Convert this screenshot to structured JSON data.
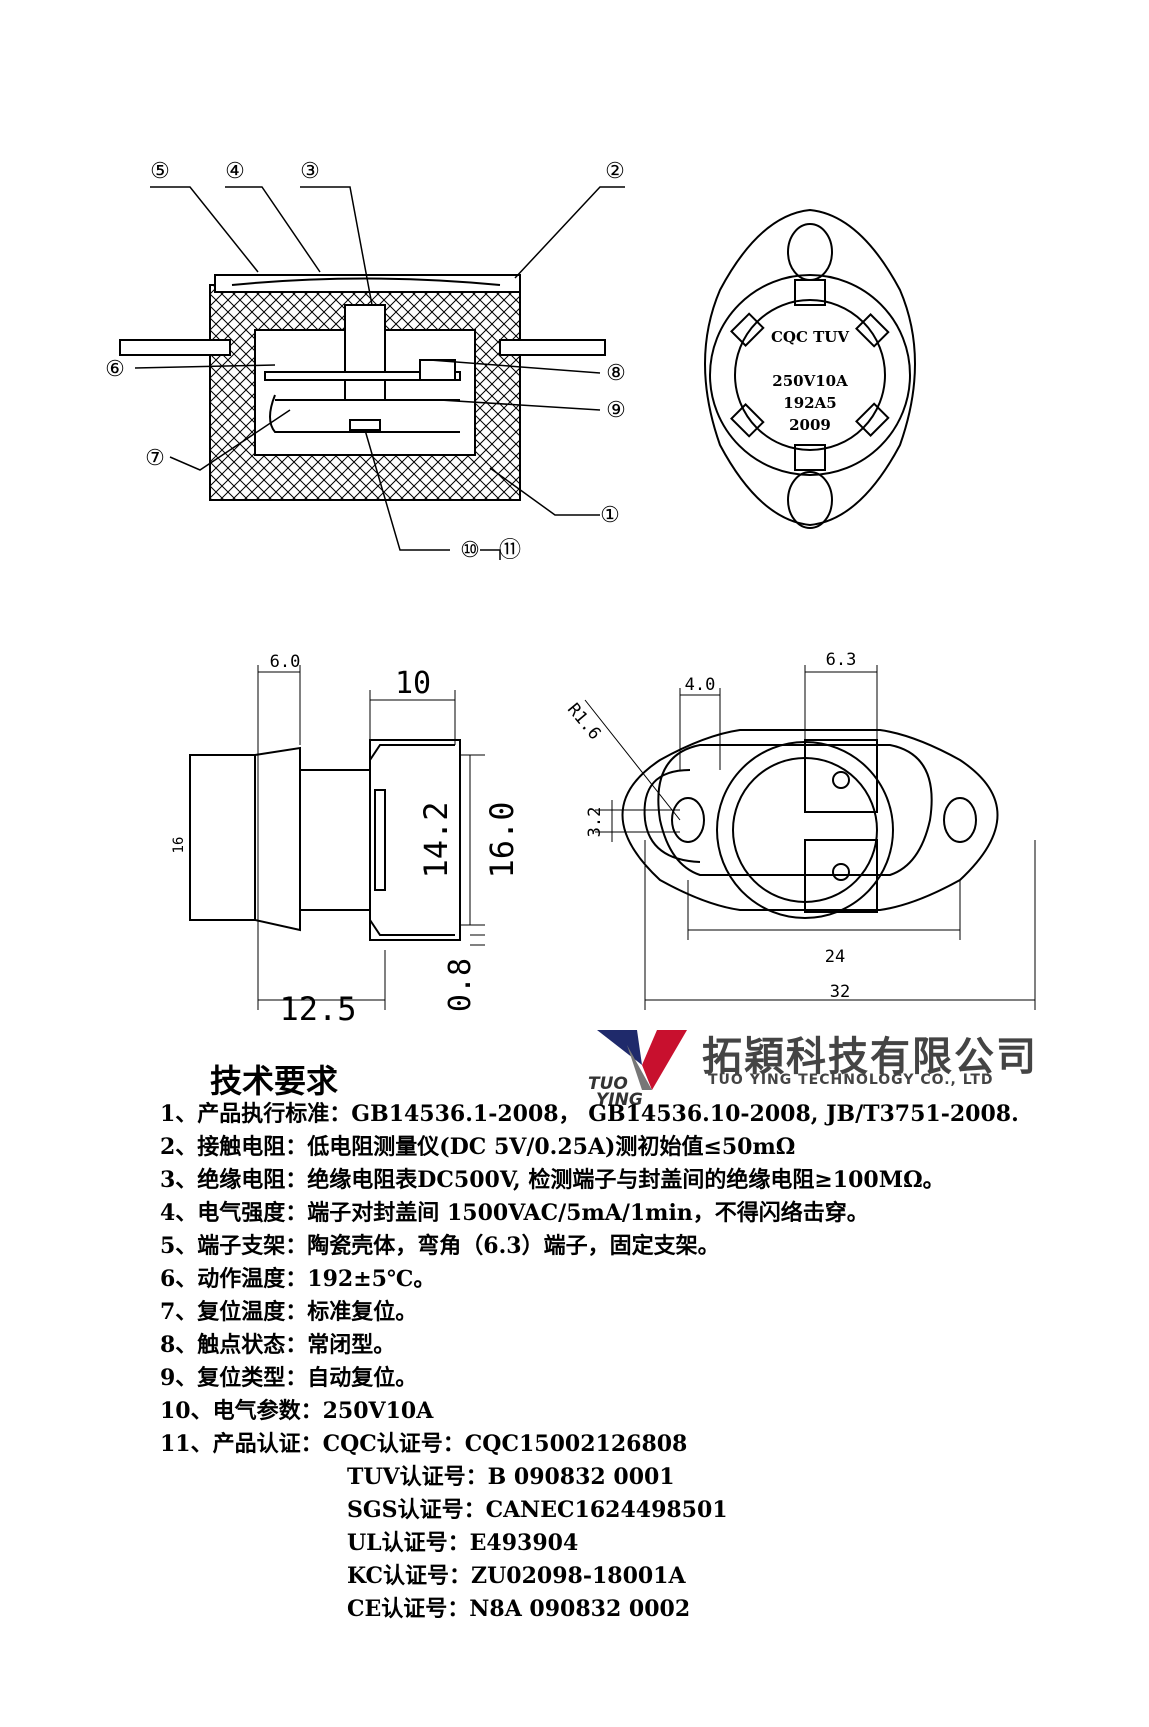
{
  "callouts": [
    "⑤",
    "④",
    "③",
    "②",
    "⑥",
    "⑧",
    "⑨",
    "⑦",
    "①",
    "⑩",
    "⑪"
  ],
  "top_view": {
    "line1": "CQC TUV",
    "line2": "250V10A",
    "line3": "192A5",
    "line4": "2009"
  },
  "dimensions": {
    "side_width_top": "6.0",
    "terminal_width": "10",
    "height_16": "16",
    "inner_height": "14.2",
    "outer_height": "16.0",
    "depth": "12.5",
    "thickness": "0.8",
    "radius": "R1.6",
    "slot_width": "4.0",
    "slot_height": "3.2",
    "terminal_tab": "6.3",
    "hole_pitch": "24",
    "overall_length": "32"
  },
  "company": {
    "name_cn": "拓穎科技有限公司",
    "name_en": "TUO YING TECHNOLOGY CO., LTD",
    "brand_line1": "TUO",
    "brand_line2": "YING"
  },
  "spec_title": "技术要求",
  "specs": [
    "1、产品执行标准：GB14536.1-2008， GB14536.10-2008, JB/T3751-2008.",
    "2、接触电阻：低电阻测量仪(DC 5V/0.25A)测初始值≤50mΩ",
    "3、绝缘电阻：绝缘电阻表DC500V, 检测端子与封盖间的绝缘电阻≥100MΩ。",
    "4、电气强度：端子对封盖间 1500VAC/5mA/1min，不得闪络击穿。",
    "5、端子支架：陶瓷壳体，弯角（6.3）端子，固定支架。",
    "6、动作温度：192±5℃。",
    "7、复位温度：标准复位。",
    "8、触点状态：常闭型。",
    "9、复位类型：自动复位。",
    "10、电气参数：250V10A",
    "11、产品认证：CQC认证号：CQC15002126808"
  ],
  "certs": [
    "TUV认证号：B 090832 0001",
    "SGS认证号：CANEC1624498501",
    "UL认证号：E493904",
    "KC认证号：ZU02098-18001A",
    "CE认证号：N8A 090832 0002"
  ],
  "colors": {
    "logo_red": "#c8102e",
    "logo_navy": "#1f2a6b",
    "logo_gray": "#777777"
  }
}
